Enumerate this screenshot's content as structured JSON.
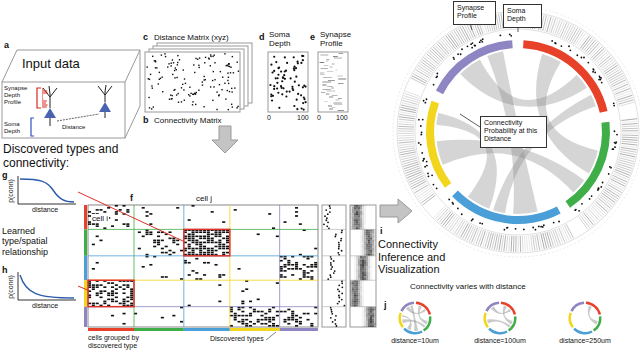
{
  "diagram": {
    "nodes": [
      {
        "text": [
          "Synapse Profile"
        ]
      },
      {
        "text": [
          "Soma Depth"
        ]
      },
      {
        "text": [
          "Connectivity Probability at this Distance"
        ]
      }
    ],
    "labels": [
      "Input data",
      "a",
      "Synapse Depth Profile",
      "Distance",
      "Soma Depth",
      "c",
      "Distance Matrix (xyz)",
      "b",
      "Connectivity Matrix",
      "d",
      "Soma Depth",
      "e",
      "Synapse Profile",
      "0",
      "100",
      "0",
      "100",
      "Discovered types and connectivity:",
      "f",
      "cell j",
      "cell i",
      "g",
      "p(conn)",
      "distance",
      "Learned type/spatial relationship",
      "h",
      "p(conn)",
      "distance",
      "cells grouped by discovered type",
      "Discovered types",
      "i",
      "Connectivity Inference and Visualization",
      "Connectivity varies with distance",
      "j",
      "distance=10um",
      "distance=100um",
      "distance=250um"
    ]
  }
}
